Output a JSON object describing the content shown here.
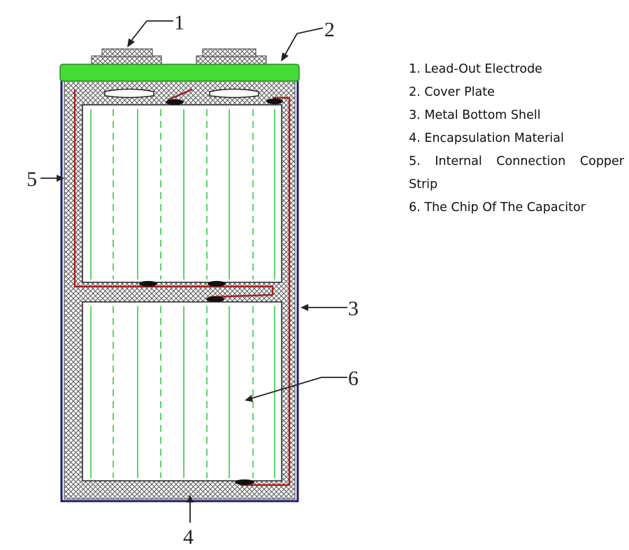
{
  "callouts": [
    "1",
    "2",
    "3",
    "4",
    "5",
    "6"
  ],
  "legend": {
    "items": [
      "1. Lead-Out Electrode",
      "2. Cover Plate",
      "3. Metal Bottom Shell",
      "4. Encapsulation Material",
      "5. Internal Connection Copper",
      "6. The Chip Of The Capacitor"
    ],
    "item5_continuation": "Strip"
  },
  "colors": {
    "cover_plate": "#44dd33",
    "shell": "#1a1a6e",
    "copper_strip": "#a52020",
    "chip_lines": "#33cc44",
    "hatch": "#555555"
  }
}
